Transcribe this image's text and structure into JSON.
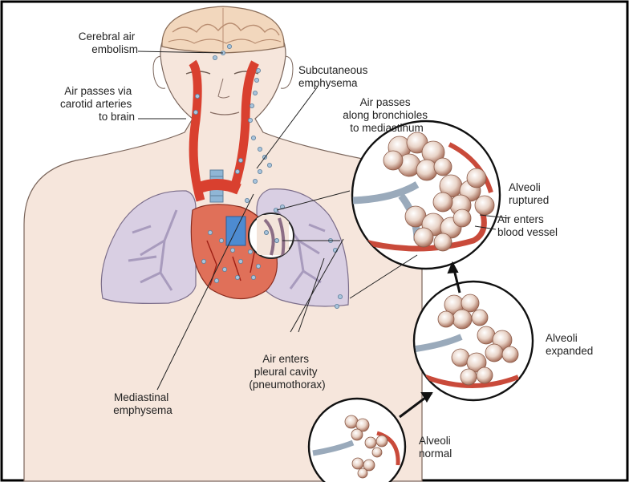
{
  "labels": {
    "cerebral": [
      "Cerebral air",
      "embolism"
    ],
    "carotid": [
      "Air passes via",
      "carotid arteries",
      "to brain"
    ],
    "subcutaneous": [
      "Subcutaneous",
      "emphysema"
    ],
    "bronchioles": [
      "Air passes",
      "along bronchioles",
      "to mediastinum"
    ],
    "ruptured": [
      "Alveoli",
      "ruptured"
    ],
    "blood_vessel": [
      "Air enters",
      "blood vessel"
    ],
    "expanded": [
      "Alveoli",
      "expanded"
    ],
    "normal": [
      "Alveoli",
      "normal"
    ],
    "pleural": [
      "Air enters",
      "pleural cavity",
      "(pneumothorax)"
    ],
    "mediastinal": [
      "Mediastinal",
      "emphysema"
    ]
  },
  "colors": {
    "skin": "#f6e6dc",
    "lung": "#d9cfe3",
    "artery": "#d9402f",
    "alveoli": "#c9a08c",
    "bronchi": "#9aaabb",
    "bubble": "#a9c4dc",
    "brain": "#f2d7bd"
  }
}
